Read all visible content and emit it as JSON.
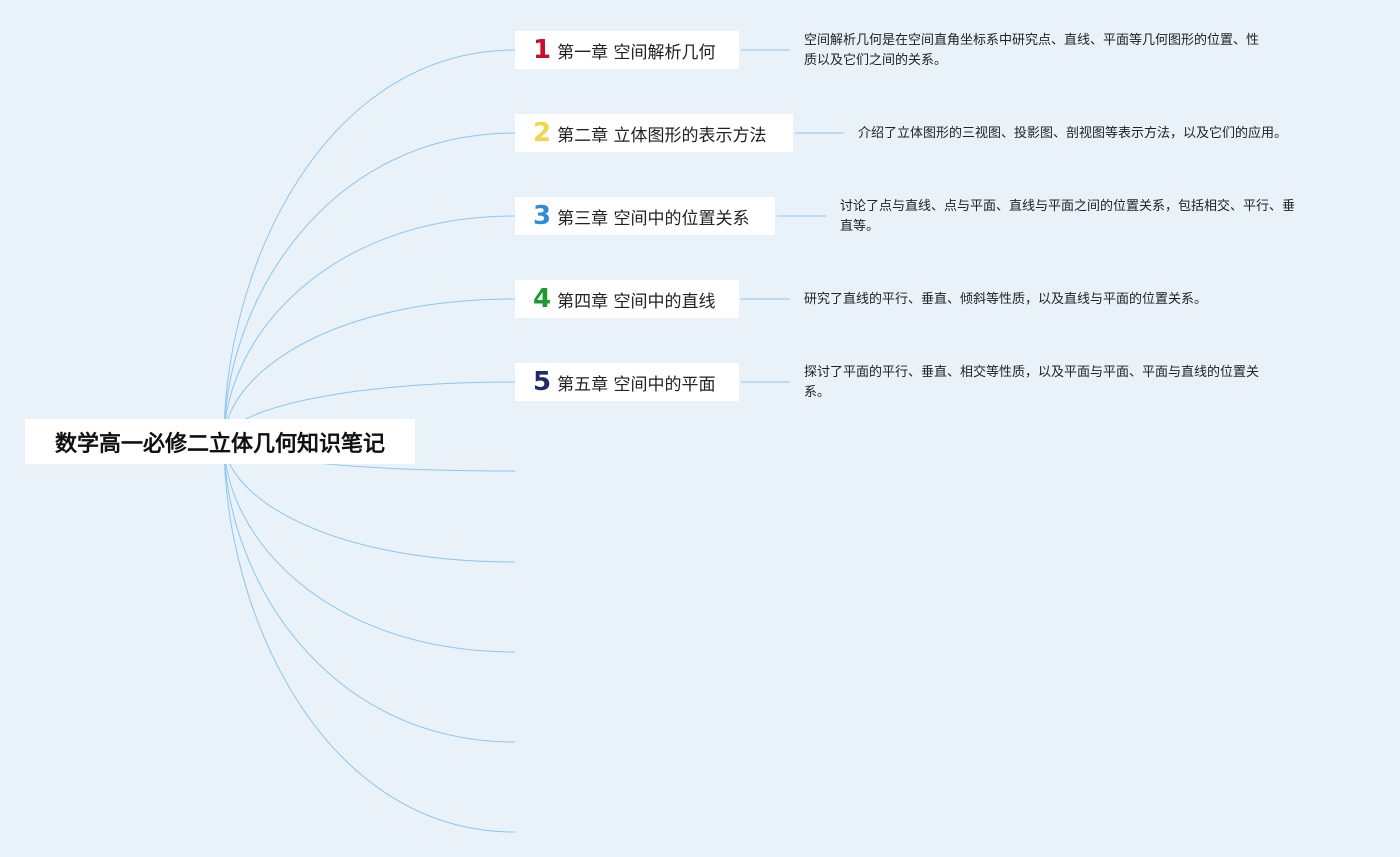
{
  "root": {
    "title": "数学高一必修二立体几何知识笔记"
  },
  "chapters": [
    {
      "number": "1",
      "number_color": "#c8102e",
      "title": "第一章 空间解析几何",
      "desc_lines": [
        "空间解析几何是在空间直角坐标系中研究点、直线、平面等几何图形的位置、性",
        "质以及它们之间的关系。"
      ]
    },
    {
      "number": "2",
      "number_color": "#f0d64a",
      "title": "第二章 立体图形的表示方法",
      "desc_lines": [
        "介绍了立体图形的三视图、投影图、剖视图等表示方法，以及它们的应用。"
      ]
    },
    {
      "number": "3",
      "number_color": "#2b8fd6",
      "title": "第三章 空间中的位置关系",
      "desc_lines": [
        "讨论了点与直线、点与平面、直线与平面之间的位置关系，包括相交、平行、垂",
        "直等。"
      ]
    },
    {
      "number": "4",
      "number_color": "#1f9a2e",
      "title": "第四章 空间中的直线",
      "desc_lines": [
        "研究了直线的平行、垂直、倾斜等性质，以及直线与平面的位置关系。"
      ]
    },
    {
      "number": "5",
      "number_color": "#1f2a6b",
      "title": "第五章 空间中的平面",
      "desc_lines": [
        "探讨了平面的平行、垂直、相交等性质，以及平面与平面、平面与直线的位置关",
        "系。"
      ]
    }
  ],
  "colors": {
    "background": "#e9f1f9",
    "connector": "#8cc6ee"
  }
}
